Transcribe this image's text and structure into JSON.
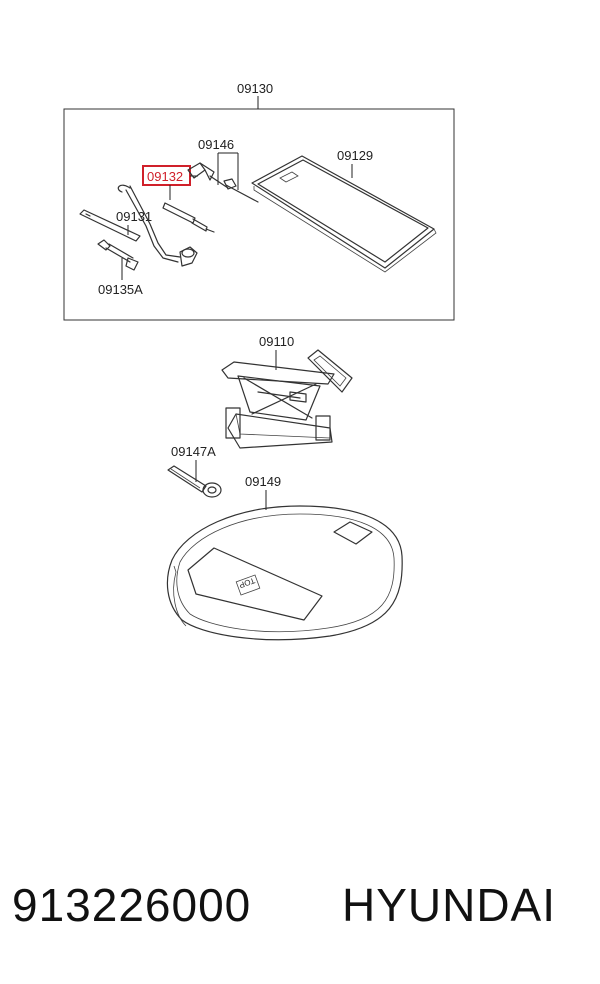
{
  "diagram": {
    "labels": {
      "kit": "09130",
      "p09146": "09146",
      "p09132": "09132",
      "p09129": "09129",
      "p09131": "09131",
      "p09135a": "09135A",
      "p09110": "09110",
      "p09147a": "09147A",
      "p09149": "09149"
    },
    "tray_marking": "TOP",
    "highlight_color": "#d0202a"
  },
  "footer": {
    "part_number": "913226000",
    "brand": "HYUNDAI"
  }
}
